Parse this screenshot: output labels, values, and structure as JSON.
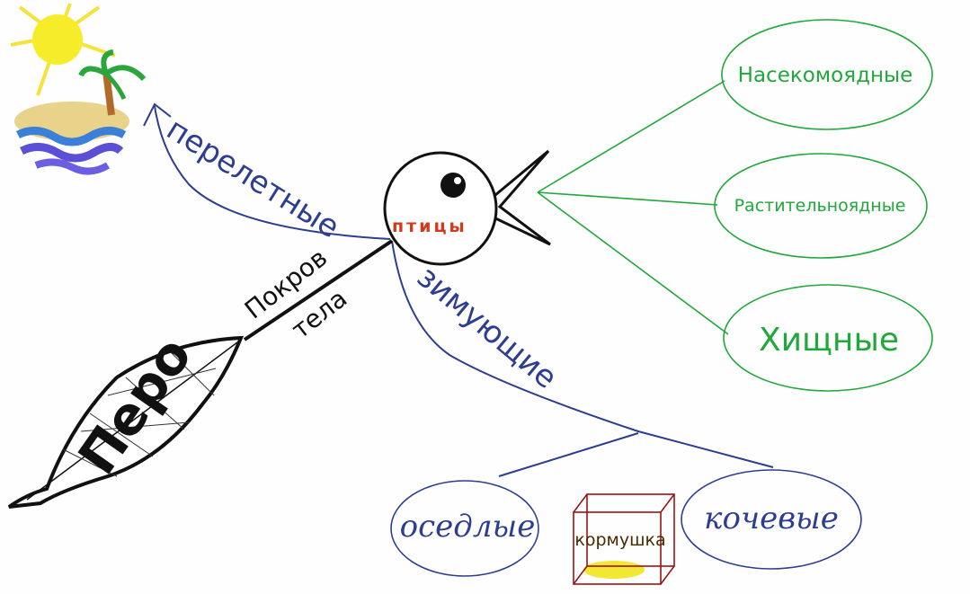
{
  "center": {
    "label": "птицы"
  },
  "branches": {
    "migratory": "перелетные",
    "wintering": "зимующие",
    "cover": {
      "line1": "Покров",
      "line2": "тела"
    },
    "feather": "Перо"
  },
  "diet": [
    "Насекомоядные",
    "Растительноядные",
    "Хищные"
  ],
  "wintering_types": [
    "оседлые",
    "кочевые"
  ],
  "feeder": "кормушка",
  "colors": {
    "blue_branch": "#2d3d92",
    "green_branch": "#21a83a",
    "center_label": "#d23a1a",
    "feeder_box": "#9b1414",
    "ink": "#111111"
  }
}
